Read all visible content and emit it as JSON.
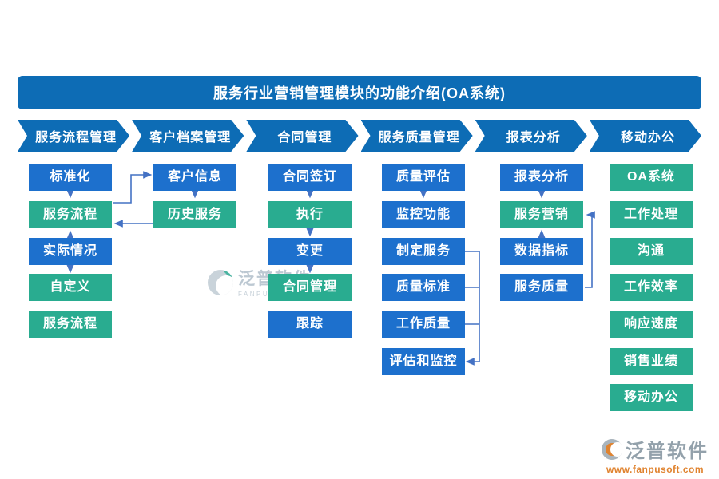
{
  "title": "服务行业营销管理模块的功能介绍(OA系统)",
  "colors": {
    "title_bg": "#0d6cb5",
    "banner_blue": "#0d6cb5",
    "box_blue": "#1d70cd",
    "box_teal": "#29ac90",
    "arrow": "#4472c4",
    "watermark_gray": "#a9b4bc",
    "watermark_orange": "#e0832f"
  },
  "columns": [
    {
      "header": "服务流程管理",
      "boxes": [
        {
          "label": "标准化",
          "color": "blue"
        },
        {
          "label": "服务流程",
          "color": "teal"
        },
        {
          "label": "实际情况",
          "color": "blue"
        },
        {
          "label": "自定义",
          "color": "teal"
        },
        {
          "label": "服务流程",
          "color": "teal"
        }
      ]
    },
    {
      "header": "客户档案管理",
      "boxes": [
        {
          "label": "客户信息",
          "color": "blue"
        },
        {
          "label": "历史服务",
          "color": "teal"
        }
      ]
    },
    {
      "header": "合同管理",
      "boxes": [
        {
          "label": "合同签订",
          "color": "blue"
        },
        {
          "label": "执行",
          "color": "teal"
        },
        {
          "label": "变更",
          "color": "blue"
        },
        {
          "label": "合同管理",
          "color": "teal"
        },
        {
          "label": "跟踪",
          "color": "blue"
        }
      ]
    },
    {
      "header": "服务质量管理",
      "boxes": [
        {
          "label": "质量评估",
          "color": "blue"
        },
        {
          "label": "监控功能",
          "color": "blue"
        },
        {
          "label": "制定服务",
          "color": "blue"
        },
        {
          "label": "质量标准",
          "color": "blue"
        },
        {
          "label": "工作质量",
          "color": "blue"
        },
        {
          "label": "评估和监控",
          "color": "blue"
        }
      ]
    },
    {
      "header": "报表分析",
      "boxes": [
        {
          "label": "报表分析",
          "color": "blue"
        },
        {
          "label": "服务营销",
          "color": "teal"
        },
        {
          "label": "数据指标",
          "color": "blue"
        },
        {
          "label": "服务质量",
          "color": "blue"
        }
      ]
    },
    {
      "header": "移动办公",
      "boxes": [
        {
          "label": "OA系统",
          "color": "teal"
        },
        {
          "label": "工作处理",
          "color": "teal"
        },
        {
          "label": "沟通",
          "color": "teal"
        },
        {
          "label": "工作效率",
          "color": "teal"
        },
        {
          "label": "响应速度",
          "color": "teal"
        },
        {
          "label": "销售业绩",
          "color": "teal"
        },
        {
          "label": "移动办公",
          "color": "teal"
        }
      ]
    }
  ],
  "watermark_center": {
    "name": "泛普软件",
    "sub": "FANPU SOFTWARE"
  },
  "watermark_corner": {
    "name": "泛普软件",
    "url": "www.fanpusoft.com"
  }
}
